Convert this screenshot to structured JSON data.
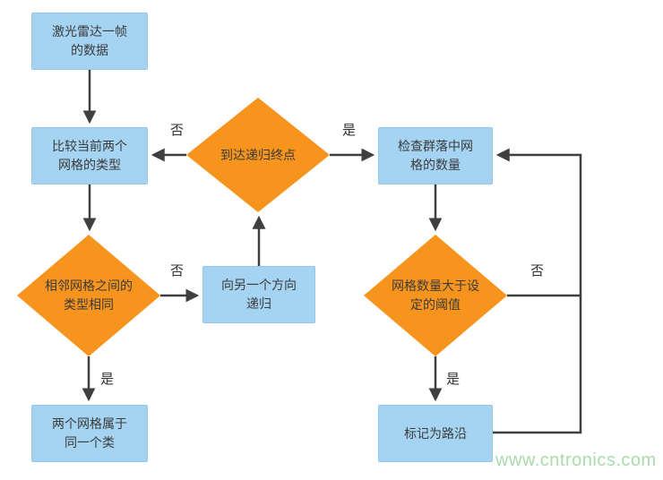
{
  "diagram": {
    "type": "flowchart",
    "nodes": {
      "lidar_frame": {
        "shape": "process",
        "label": "激光雷达一帧\n的数据"
      },
      "compare_types": {
        "shape": "process",
        "label": "比较当前两个\n网格的类型"
      },
      "recursion_end": {
        "shape": "decision",
        "label": "到达递归终点"
      },
      "check_cluster": {
        "shape": "process",
        "label": "检查群落中网\n格的数量"
      },
      "adjacent_same": {
        "shape": "decision",
        "label": "相邻网格之间的\n类型相同"
      },
      "recurse_other": {
        "shape": "process",
        "label": "向另一个方向\n递归"
      },
      "over_threshold": {
        "shape": "decision",
        "label": "网格数量大于设\n定的阈值"
      },
      "same_class": {
        "shape": "process",
        "label": "两个网格属于\n同一个类"
      },
      "mark_curb": {
        "shape": "process",
        "label": "标记为路沿"
      }
    },
    "edge_labels": {
      "recursion_no": "否",
      "recursion_yes": "是",
      "adjacent_no": "否",
      "adjacent_yes": "是",
      "threshold_no": "否",
      "threshold_yes": "是"
    },
    "colors": {
      "process_fill": "#a5d3f2",
      "decision_fill": "#f7941e",
      "connector": "#3f3f3f",
      "text": "#3b3b3b"
    }
  },
  "watermark": {
    "text": "www.cntronics.com",
    "color": "#a9dcaa"
  }
}
